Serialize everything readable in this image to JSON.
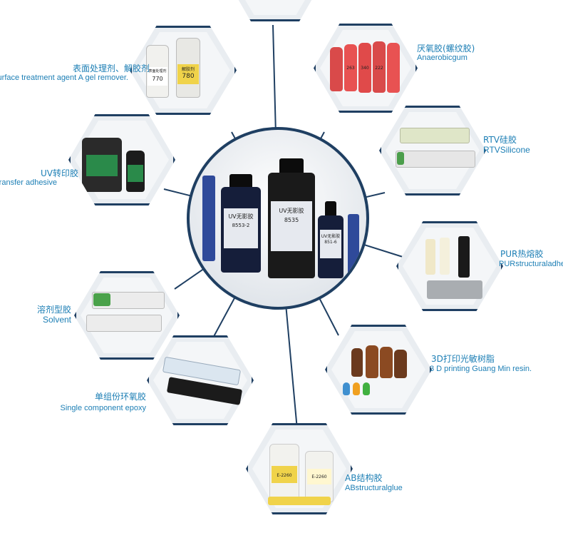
{
  "center": {
    "products": [
      "UV无影胶",
      "8553-2",
      "UV无影胶",
      "8535",
      "UV无影胶",
      "851-6"
    ]
  },
  "categories": {
    "surface": {
      "zh": "表面处理剂、解胶剂",
      "en": "urface treatment agent A gel remover.",
      "bottle_labels": [
        "表面处理剂",
        "770",
        "解胶剂",
        "780"
      ]
    },
    "anaerobic": {
      "zh": "厌氧胶(螺纹胶)",
      "en": "Anaerobicgum",
      "bottle_labels": [
        "263",
        "340",
        "222"
      ]
    },
    "rtv": {
      "zh": "RTV硅胶",
      "en": "RTVSilicone"
    },
    "uvtransfer": {
      "zh": "UV转印胶",
      "en": "/ transfer adhesive"
    },
    "pur": {
      "zh": "PUR热熔胶",
      "en": "PURstructuraladhesive"
    },
    "solvent": {
      "zh": "溶剂型胶",
      "en": "Solvent"
    },
    "resin3d": {
      "zh": "3D打印光敏树脂",
      "en": "3 D printing Guang Min resin."
    },
    "epoxy": {
      "zh": "单组份环氧胶",
      "en": "Single component epoxy"
    },
    "ab": {
      "zh": "AB结构胶",
      "en": "ABstructuralglue",
      "bottle_labels": [
        "E-2260",
        "E-2260"
      ]
    }
  },
  "colors": {
    "frame": "#1f3f62",
    "label": "#1d7fb5"
  }
}
